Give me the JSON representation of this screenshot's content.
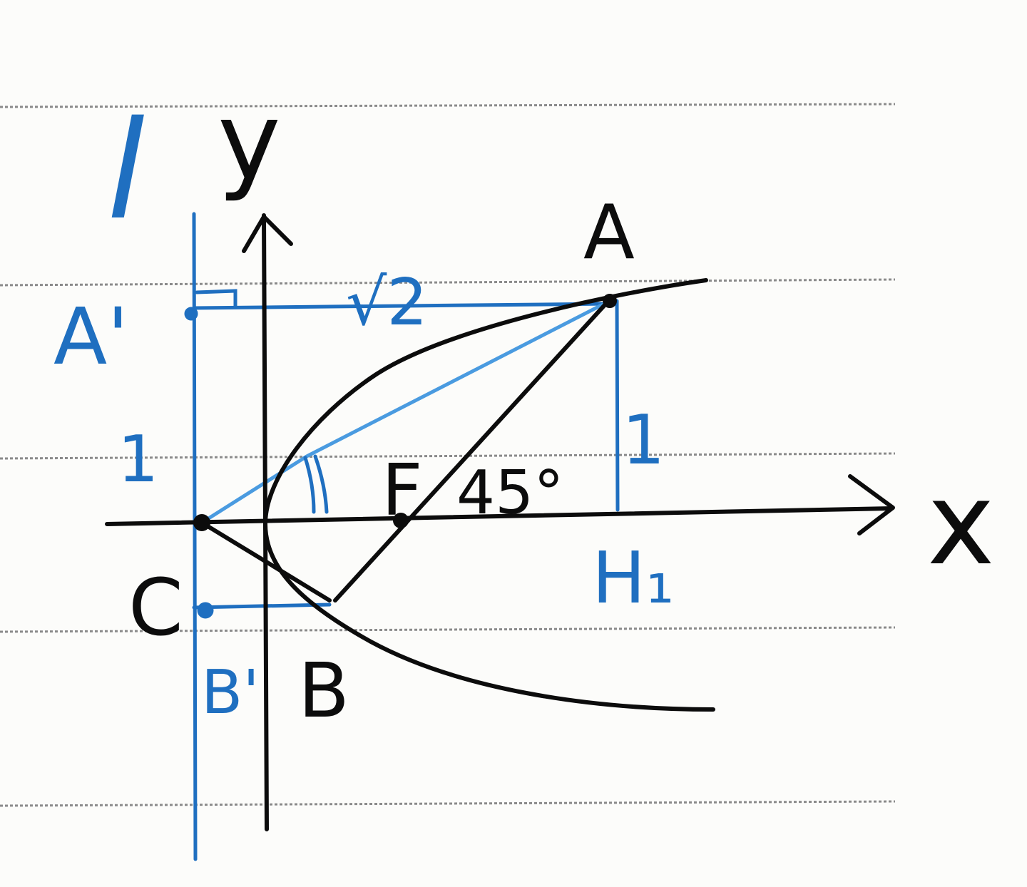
{
  "colors": {
    "ink_black": "#0c0c0c",
    "ink_blue": "#1f6fc0",
    "ink_blue_light": "#4a9be0",
    "rule": "#8a8a8a",
    "paper": "#fcfcfa"
  },
  "labels": {
    "directrix": "l",
    "y_axis": "y",
    "x_axis": "x",
    "point_a": "A",
    "point_a_prime": "A'",
    "point_b": "B",
    "point_b_prime": "B'",
    "point_c": "C",
    "point_f": "F",
    "point_h1": "H₁",
    "len_aa_prime": "√2",
    "len_ah1": "1",
    "len_left": "1",
    "angle": "45°"
  }
}
